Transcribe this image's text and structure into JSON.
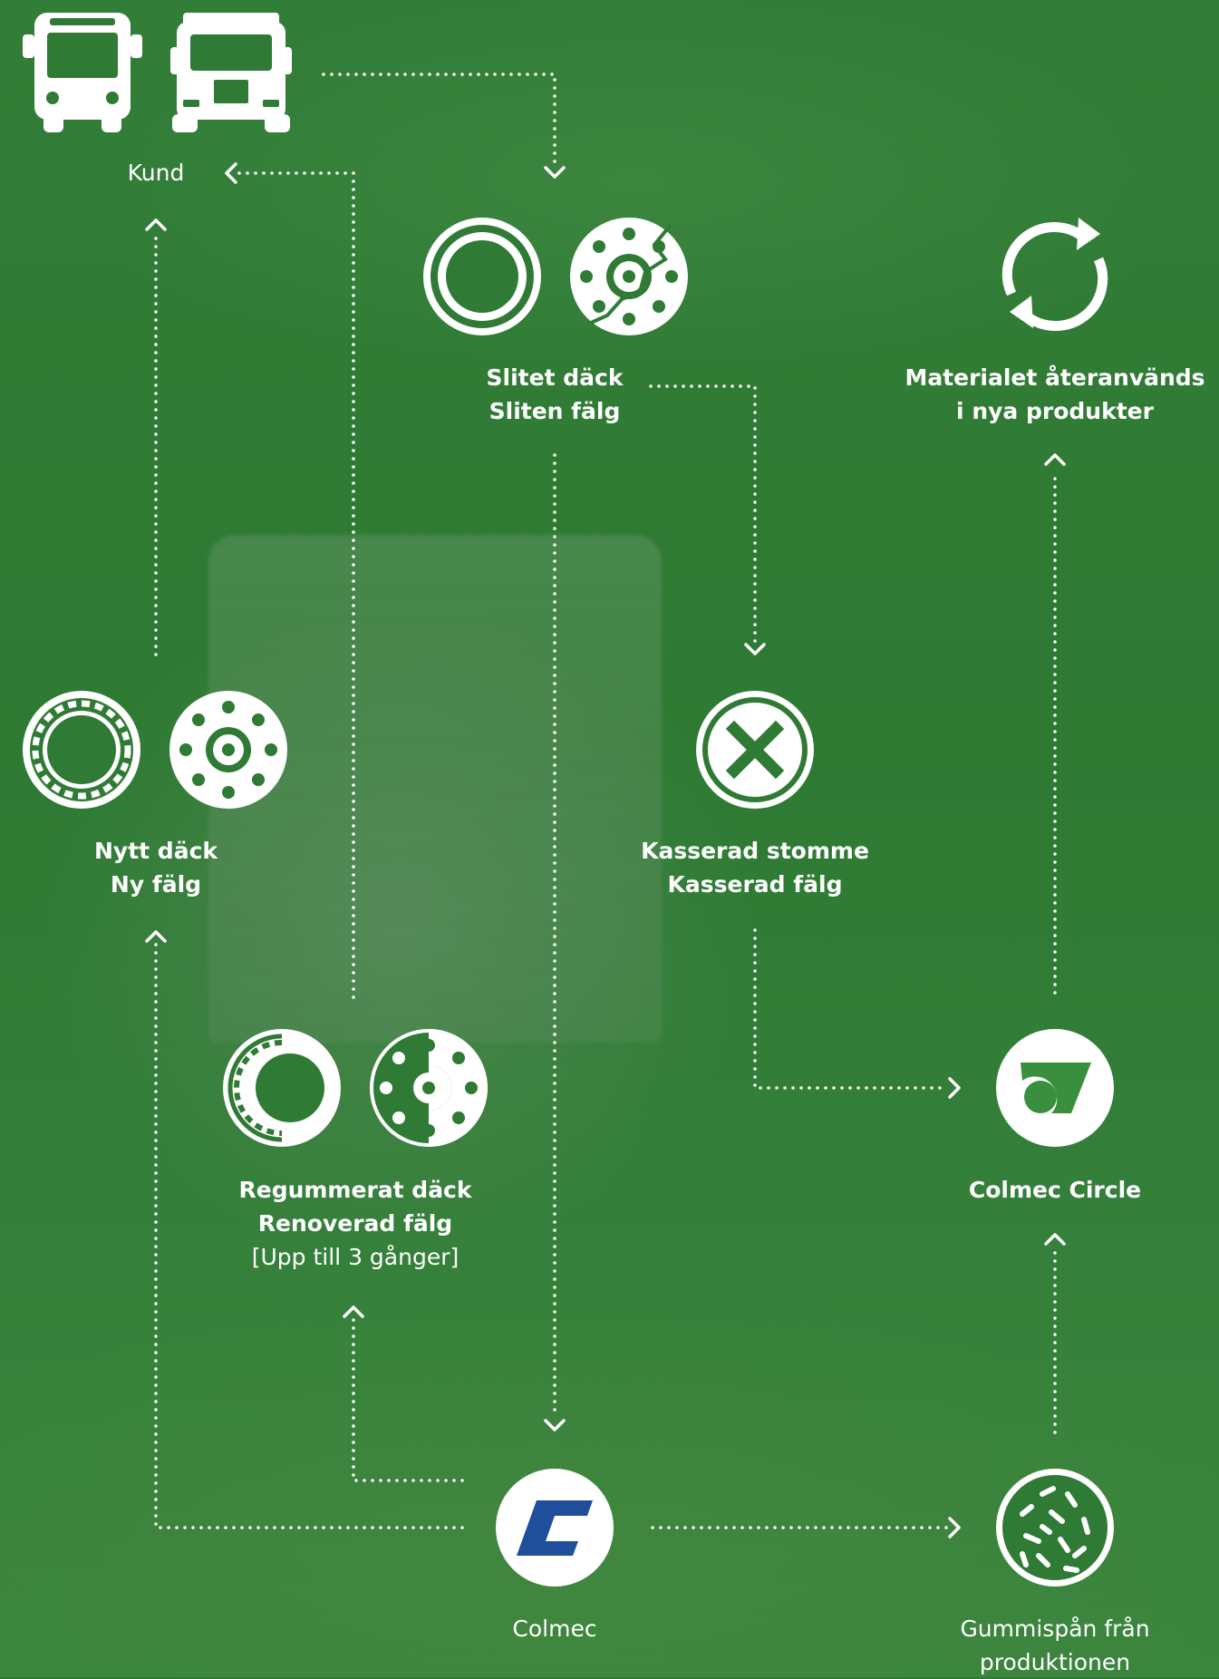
{
  "nodes": {
    "kund": {
      "label": "Kund"
    },
    "slitet": {
      "line1": "Slitet däck",
      "line2": "Sliten fälg"
    },
    "materialet": {
      "line1": "Materialet återanvänds",
      "line2": "i nya produkter"
    },
    "nytt": {
      "line1": "Nytt däck",
      "line2": "Ny fälg"
    },
    "kasserad": {
      "line1": "Kasserad stomme",
      "line2": "Kasserad fälg"
    },
    "regummerat": {
      "line1": "Regummerat däck",
      "line2": "Renoverad fälg",
      "line3": "[Upp till 3 gånger]"
    },
    "colmec_circle": {
      "label": "Colmec Circle"
    },
    "colmec": {
      "label": "Colmec"
    },
    "gummispan": {
      "line1": "Gummispån från",
      "line2": "produktionen"
    }
  },
  "icons": [
    "bus-icon",
    "truck-icon",
    "worn-tire-icon",
    "worn-rim-icon",
    "recycle-icon",
    "new-tire-icon",
    "new-rim-icon",
    "discard-icon",
    "retread-tire-icon",
    "renovated-rim-icon",
    "colmec-circle-logo",
    "colmec-logo",
    "rubber-crumb-icon"
  ],
  "colors": {
    "background": "#2f7a34",
    "foreground": "#ffffff",
    "colmec_blue": "#1f4f9a",
    "circle_green": "#3a8f3e"
  }
}
